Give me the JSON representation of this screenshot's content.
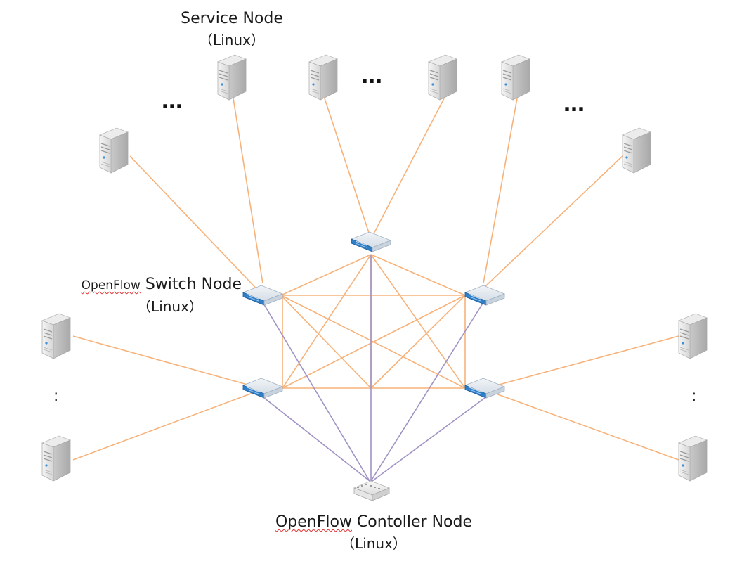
{
  "colors": {
    "background": "#ffffff",
    "service_link": "#f7b27a",
    "switch_mesh": "#f7b27a",
    "controller_link": "#a093c4",
    "switch_body": "#2f7fc8",
    "server_body": "#d9d9d9"
  },
  "labels": {
    "service_node": {
      "title": "Service Node",
      "os": "（Linux）"
    },
    "switch_node": {
      "brand": "OpenFlow",
      "rest": " Switch Node",
      "os": "（Linux）"
    },
    "controller_node": {
      "brand": "OpenFlow",
      "rest": " Contoller Node",
      "os": "（Linux）"
    }
  },
  "ellipses": {
    "top_left": "…",
    "top_center": "…",
    "top_right": "…",
    "side_left": ":",
    "side_right": ":"
  },
  "icons": {
    "server": "server-tower-icon",
    "switch": "network-switch-icon",
    "controller": "controller-box-icon"
  }
}
